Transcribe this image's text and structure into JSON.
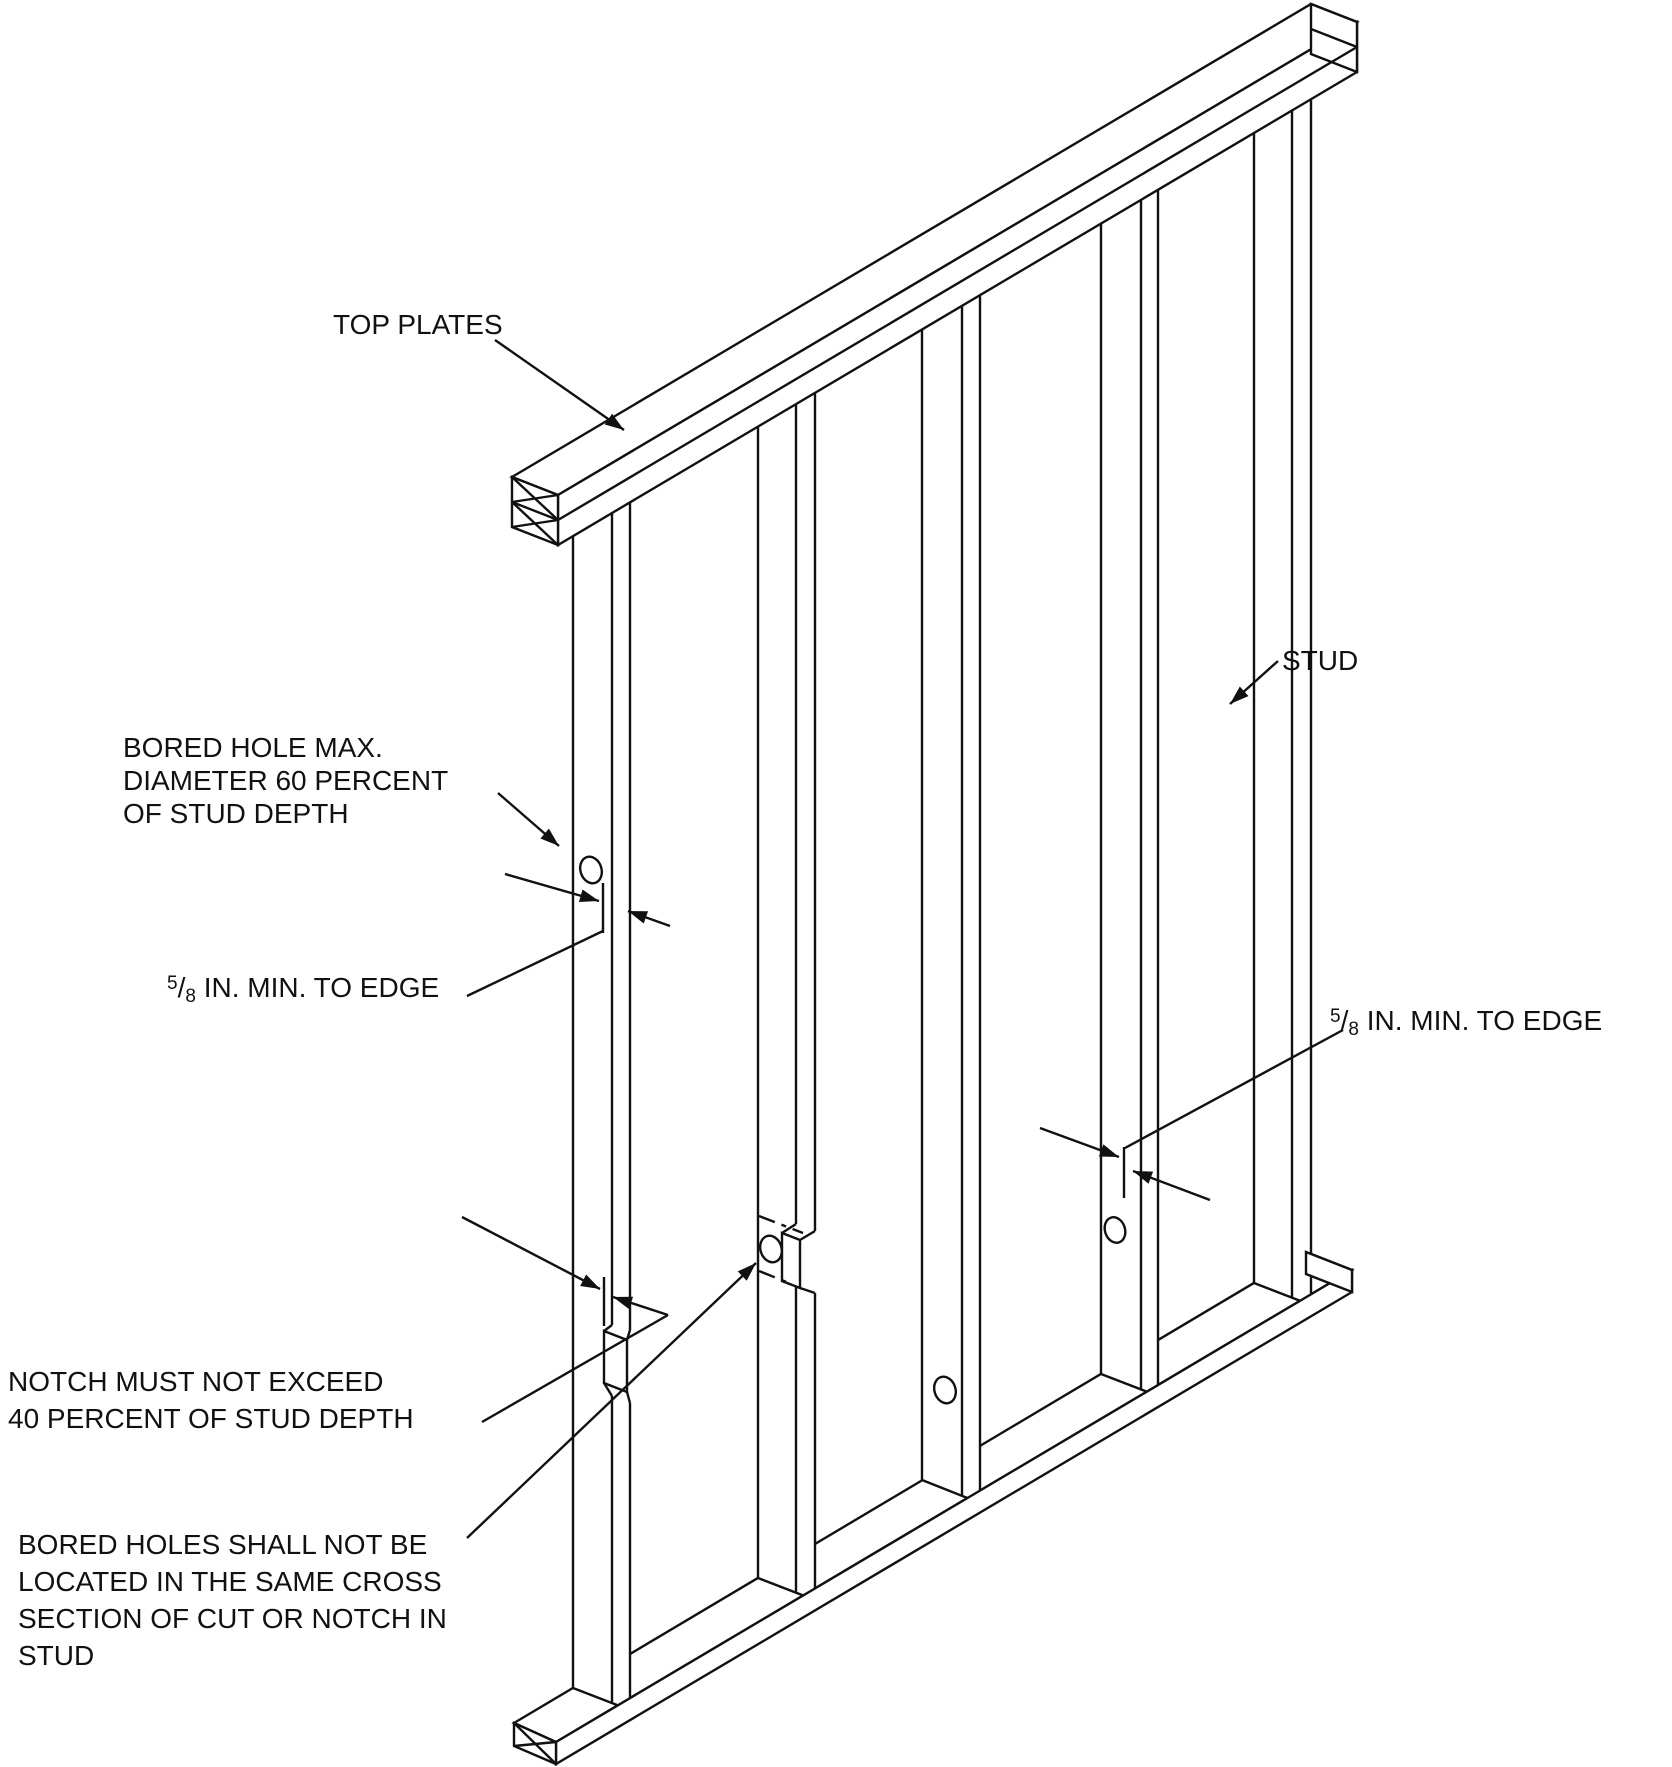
{
  "figure": {
    "name": "wall-stud-notching-and-boring-diagram",
    "line_color": "#111111",
    "background": "#ffffff",
    "annotations": {
      "top_plates": "TOP PLATES",
      "stud": "STUD",
      "bored_hole": {
        "line1": "BORED HOLE MAX.",
        "line2": "DIAMETER 60 PERCENT",
        "line3": "OF STUD DEPTH"
      },
      "edge_min": {
        "sup": "5",
        "slash": "/",
        "sub": "8",
        "rest": " IN. MIN. TO EDGE"
      },
      "notch": {
        "line1": "NOTCH MUST NOT EXCEED",
        "line2": "40 PERCENT OF STUD DEPTH"
      },
      "cross_section": {
        "line1": "BORED HOLES SHALL NOT BE",
        "line2": "LOCATED IN THE SAME CROSS",
        "line3": "SECTION OF CUT OR NOTCH IN",
        "line4": "STUD"
      }
    }
  }
}
